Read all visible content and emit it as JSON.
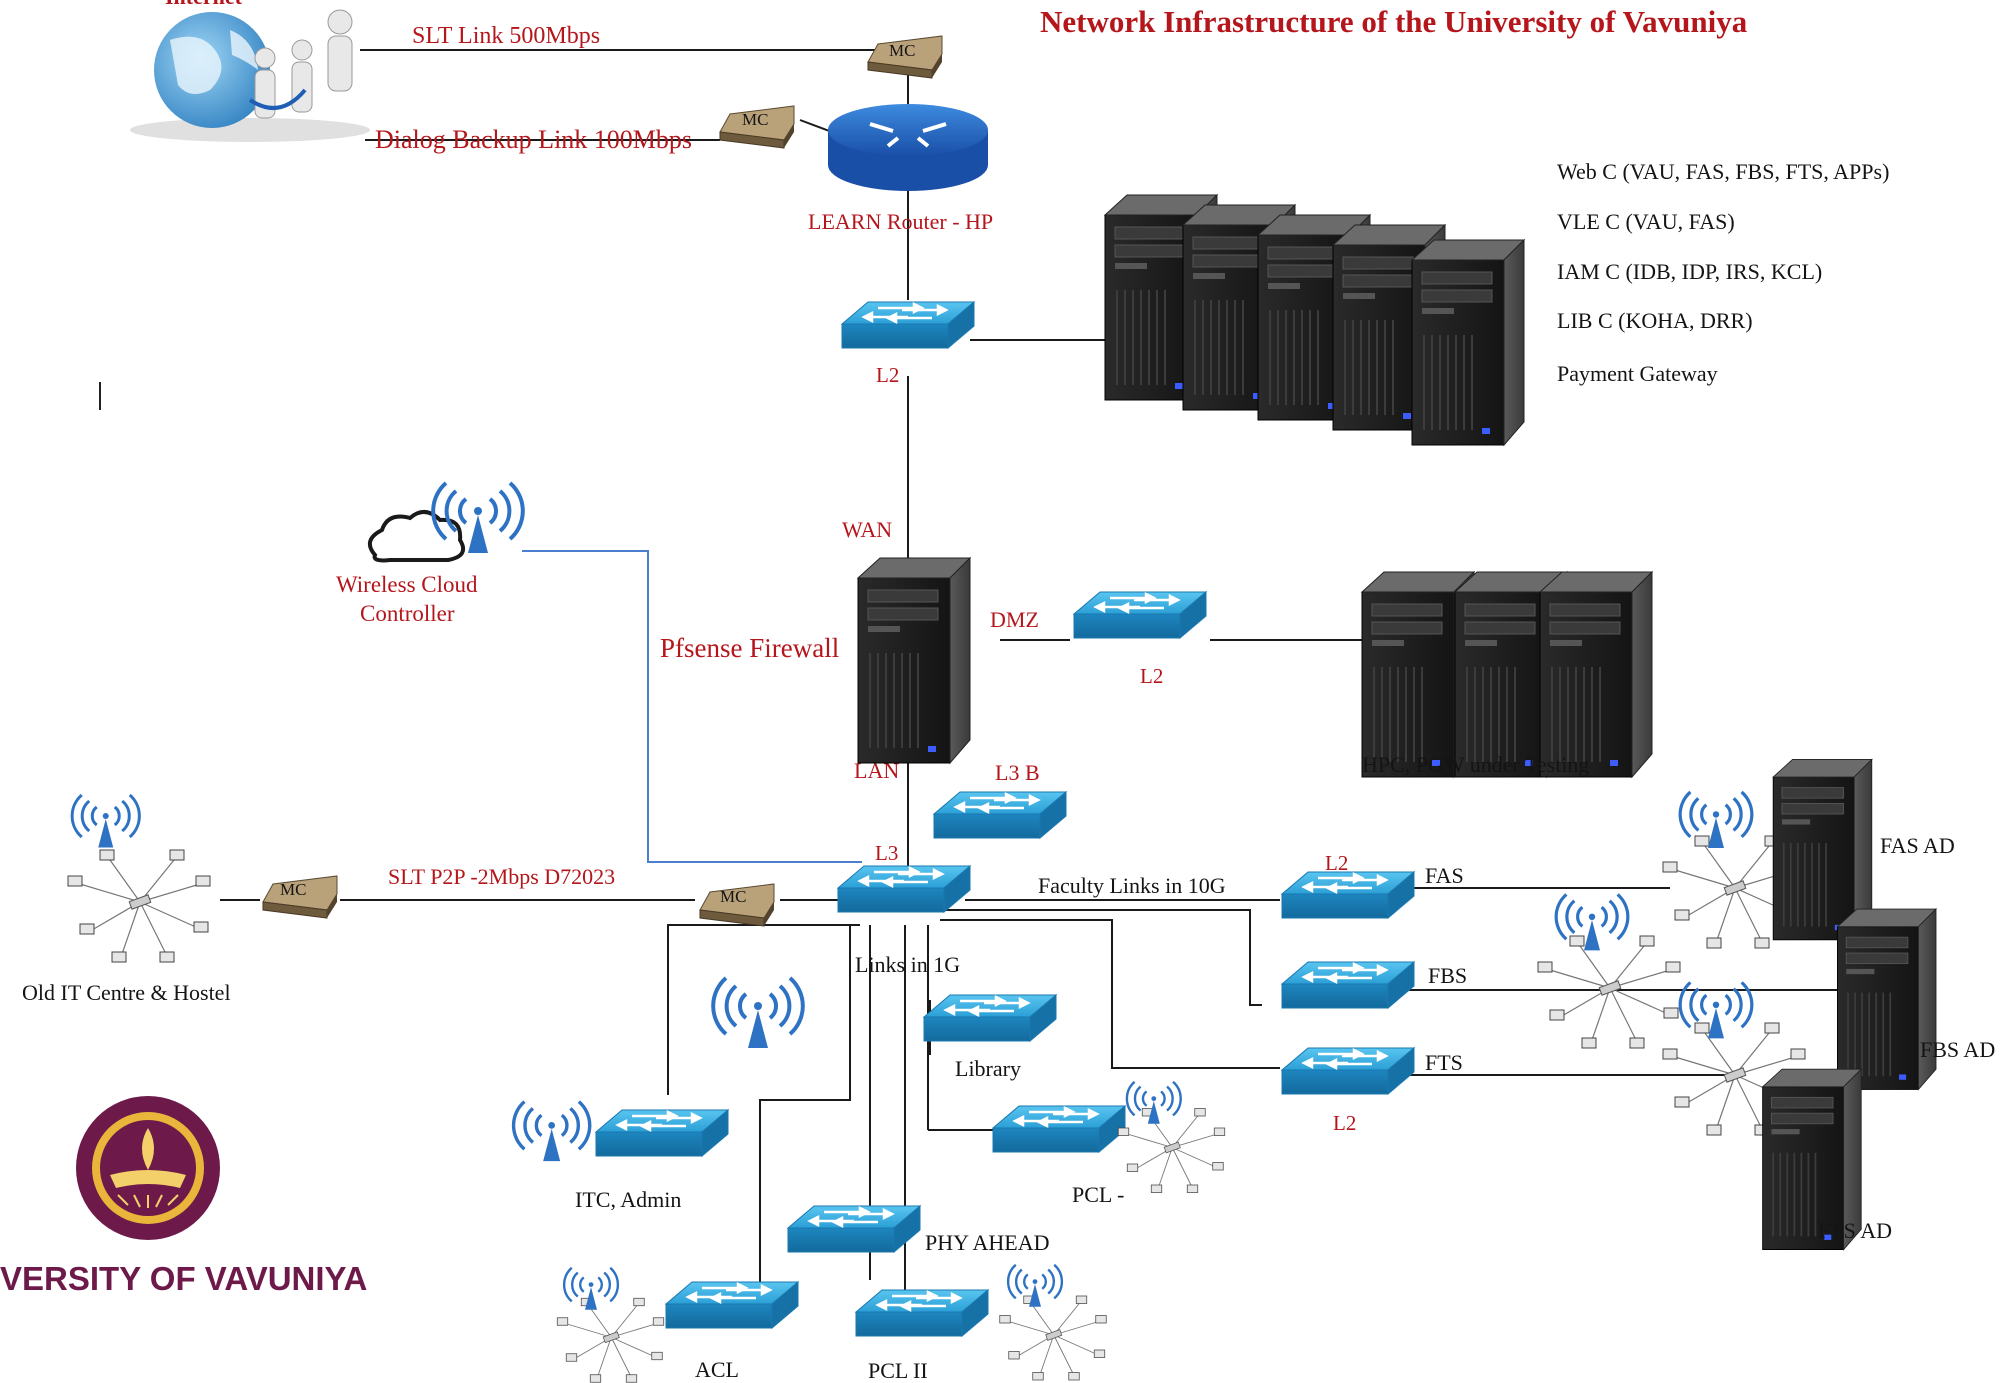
{
  "title": "Network Infrastructure of the University of Vavuniya",
  "internet": {
    "label": "Internet",
    "links": [
      {
        "label": "SLT Link 500Mbps",
        "device": "MC"
      },
      {
        "label": "Dialog Backup Link 100Mbps",
        "device": "MC"
      }
    ]
  },
  "router": {
    "label": "LEARN Router - HP"
  },
  "core": {
    "top_switch": "L2",
    "wan": "WAN",
    "firewall": "Pfsense Firewall",
    "dmz": "DMZ",
    "dmz_switch": "L2",
    "lan": "LAN",
    "l3b": "L3 B",
    "l3": "L3"
  },
  "server_cluster": {
    "items": [
      "Web C (VAU, FAS, FBS, FTS, APPs)",
      "VLE C (VAU, FAS)",
      "IAM C (IDB, IDP, IRS, KCL)",
      "LIB C (KOHA, DRR)",
      "Payment Gateway"
    ]
  },
  "hpc": {
    "label": "HPC, PGW under Testing"
  },
  "wireless_controller": {
    "line1": "Wireless Cloud",
    "line2": "Controller"
  },
  "p2p": {
    "label": "SLT P2P -2Mbps D72023",
    "mc_left": "MC",
    "mc_right": "MC",
    "site": "Old IT Centre & Hostel"
  },
  "links": {
    "faculty": "Faculty Links in 10G",
    "onegig": "Links in 1G"
  },
  "faculties": [
    {
      "switch": "L2",
      "name": "FAS",
      "server": "FAS AD"
    },
    {
      "switch": "",
      "name": "FBS",
      "server": "FBS AD"
    },
    {
      "switch": "L2",
      "name": "FTS",
      "server": "FTS AD"
    }
  ],
  "access": {
    "library": "Library",
    "pcl": "PCL -",
    "itc": "ITC, Admin",
    "phy": "PHY AHEAD",
    "acl": "ACL",
    "pcl2": "PCL II"
  },
  "logo": {
    "text": "VERSITY OF VAVUNIYA"
  },
  "colors": {
    "title": "#b5161b",
    "label_red": "#b5161b",
    "switch": "#2a9fd4",
    "wireless_line": "#4a7fd0",
    "logo": "#6d1a4a"
  }
}
